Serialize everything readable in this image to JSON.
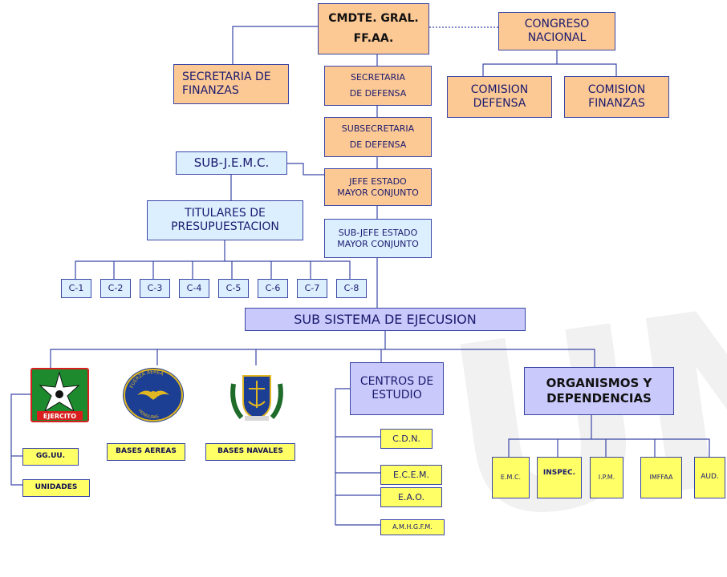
{
  "watermark_text": "UN",
  "top": {
    "cmdte": "CMDTE. GRAL.\nFF.AA.",
    "congreso": "CONGRESO\nNACIONAL",
    "sec_finanzas": "SECRETARIA DE\nFINANZAS",
    "sec_defensa": "SECRETARIA\nDE DEFENSA",
    "comision_defensa": "COMISION\nDEFENSA",
    "comision_finanzas": "COMISION\nFINANZAS"
  },
  "middle": {
    "subsecretaria": "SUBSECRETARIA\nDE DEFENSA",
    "sub_jemc": "SUB-J.E.M.C.",
    "jefe_estado": "JEFE ESTADO\nMAYOR CONJUNTO",
    "titulares": "TITULARES DE\nPRESUPUESTACION",
    "sub_jefe": "SUB-JEFE ESTADO\nMAYOR CONJUNTO",
    "c_units": [
      "C-1",
      "C-2",
      "C-3",
      "C-4",
      "C-5",
      "C-6",
      "C-7",
      "C-8"
    ],
    "sub_sistema": "SUB SISTEMA DE EJECUSION"
  },
  "bottom": {
    "ejercito_emblem": "EJERCITO",
    "fuerza_aerea_emblem": "FUERZA AEREA HONDURAS",
    "gguu": "GG.UU.",
    "unidades": "UNIDADES",
    "bases_aereas": "BASES AEREAS",
    "bases_navales": "BASES NAVALES",
    "centros": "CENTROS DE\nESTUDIO",
    "centros_items": [
      "C.D.N.",
      "E.C.E.M.",
      "E.A.O.",
      "A.M.H.G.F.M."
    ],
    "organismos": "ORGANISMOS Y\nDEPENDENCIAS",
    "org_items": [
      "E.M.C.",
      "INSPEC.",
      "I.P.M.",
      "IMFFAA",
      "AUD."
    ]
  },
  "colors": {
    "line": "#3a46a6",
    "orange": "#fcc894",
    "light_blue": "#dcefff",
    "lavender": "#c9c9fb",
    "yellow": "#ffff66",
    "emblem_green": "#1e8a2e",
    "emblem_red": "#d81e1e",
    "air_blue": "#1d3f93",
    "gold": "#e1b623"
  }
}
